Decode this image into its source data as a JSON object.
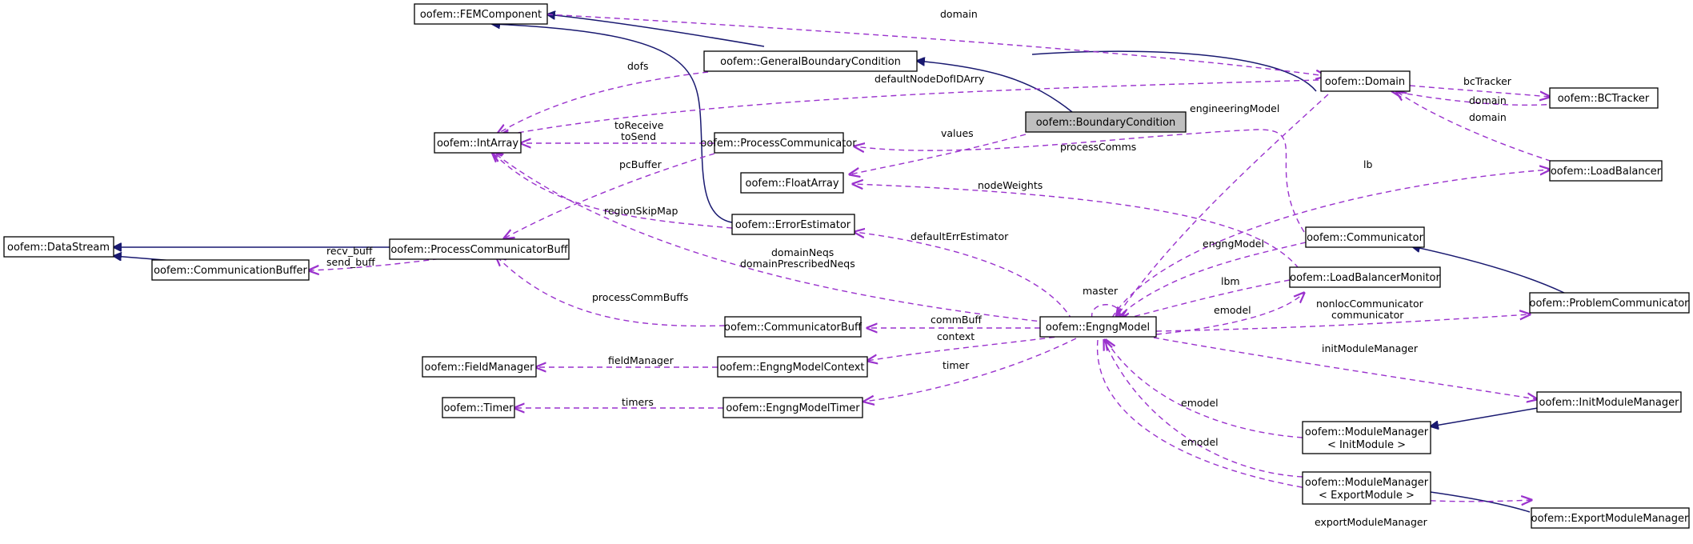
{
  "colors": {
    "inheritance": "#191970",
    "usage": "#9a32cd",
    "highlight_fill": "#bfbfbf"
  },
  "nodes": {
    "fem_component": "oofem::FEMComponent",
    "general_bc": "oofem::GeneralBoundaryCondition",
    "boundary_condition": "oofem::BoundaryCondition",
    "domain": "oofem::Domain",
    "bc_tracker": "oofem::BCTracker",
    "int_array": "oofem::IntArray",
    "process_communicator": "oofem::ProcessCommunicator",
    "float_array": "oofem::FloatArray",
    "load_balancer": "oofem::LoadBalancer",
    "error_estimator": "oofem::ErrorEstimator",
    "data_stream": "oofem::DataStream",
    "process_communicator_buff": "oofem::ProcessCommunicatorBuff",
    "communication_buffer": "oofem::CommunicationBuffer",
    "communicator": "oofem::Communicator",
    "load_balancer_monitor": "oofem::LoadBalancerMonitor",
    "problem_communicator": "oofem::ProblemCommunicator",
    "communicator_buff": "oofem::CommunicatorBuff",
    "engng_model": "oofem::EngngModel",
    "field_manager": "oofem::FieldManager",
    "engng_model_context": "oofem::EngngModelContext",
    "init_module_manager": "oofem::InitModuleManager",
    "timer": "oofem::Timer",
    "engng_model_timer": "oofem::EngngModelTimer",
    "module_manager_init_l1": "oofem::ModuleManager",
    "module_manager_init_l2": "< InitModule >",
    "module_manager_export_l1": "oofem::ModuleManager",
    "module_manager_export_l2": "< ExportModule >",
    "export_module_manager": "oofem::ExportModuleManager"
  },
  "labels": {
    "domain_top": "domain",
    "dofs": "dofs",
    "default_node_dof_id_arry": "defaultNodeDofIDArry",
    "bc_tracker": "bcTracker",
    "domain_bct": "domain",
    "domain_lb": "domain",
    "engineering_model": "engineeringModel",
    "to_receive": "toReceive",
    "to_send": "toSend",
    "values": "values",
    "process_comms": "processComms",
    "pc_buffer": "pcBuffer",
    "lb": "lb",
    "node_weights": "nodeWeights",
    "region_skip_map": "regionSkipMap",
    "default_err_estimator": "defaultErrEstimator",
    "recv_buff": "recv_buff",
    "send_buff": "send_buff",
    "engng_model_label": "engngModel",
    "domain_neqs": "domainNeqs",
    "domain_prescribed_neqs": "domainPrescribedNeqs",
    "master": "master",
    "lbm": "lbm",
    "process_comm_buffs": "processCommBuffs",
    "nonloc_communicator": "nonlocCommunicator",
    "communicator": "communicator",
    "emodel_lbm": "emodel",
    "comm_buff": "commBuff",
    "context": "context",
    "field_manager": "fieldManager",
    "init_module_manager": "initModuleManager",
    "timer": "timer",
    "timers": "timers",
    "emodel_init": "emodel",
    "emodel_export": "emodel",
    "export_module_manager": "exportModuleManager"
  }
}
